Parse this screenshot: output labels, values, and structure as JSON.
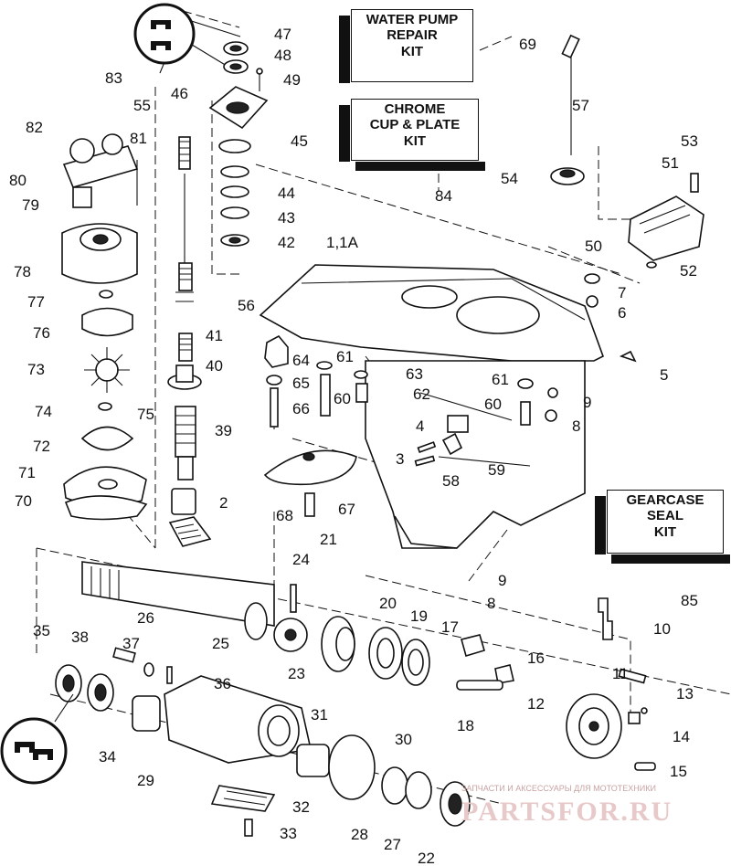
{
  "kits": {
    "water_pump": [
      "WATER PUMP",
      "REPAIR",
      "KIT"
    ],
    "chrome_cup": [
      "CHROME",
      "CUP & PLATE",
      "KIT"
    ],
    "gearcase_seal": [
      "GEARCASE",
      "SEAL",
      "KIT"
    ]
  },
  "labels": {
    "p47": "47",
    "p48": "48",
    "p49": "49",
    "p46": "46",
    "p45": "45",
    "p44": "44",
    "p43": "43",
    "p42": "42",
    "p55": "55",
    "p56": "56",
    "p41": "41",
    "p40": "40",
    "p39": "39",
    "p2": "2",
    "p21": "21",
    "p83": "83",
    "p82": "82",
    "p81": "81",
    "p80": "80",
    "p79": "79",
    "p78": "78",
    "p77": "77",
    "p76": "76",
    "p73": "73",
    "p74": "74",
    "p75": "75",
    "p72": "72",
    "p71": "71",
    "p70": "70",
    "p69": "69",
    "p84": "84",
    "p57": "57",
    "p53": "53",
    "p51": "51",
    "p54": "54",
    "p50": "50",
    "p52": "52",
    "p1": "1,1A",
    "p7": "7",
    "p6": "6",
    "p5": "5",
    "p64": "64",
    "p61a": "61",
    "p65": "65",
    "p63": "63",
    "p60a": "60",
    "p62": "62",
    "p66": "66",
    "p61b": "61",
    "p9a": "9",
    "p60b": "60",
    "p8a": "8",
    "p4": "4",
    "p3": "3",
    "p59": "59",
    "p58": "58",
    "p68": "68",
    "p67": "67",
    "p85": "85",
    "p24": "24",
    "p9b": "9",
    "p8b": "8",
    "p10": "10",
    "p20": "20",
    "p19": "19",
    "p17": "17",
    "p26": "26",
    "p25": "25",
    "p23": "23",
    "p16": "16",
    "p11": "11",
    "p13": "13",
    "p12": "12",
    "p14": "14",
    "p15": "15",
    "p35": "35",
    "p38": "38",
    "p37": "37",
    "p36": "36",
    "p18": "18",
    "p34": "34",
    "p31": "31",
    "p30": "30",
    "p29": "29",
    "p32": "32",
    "p33": "33",
    "p28": "28",
    "p27": "27",
    "p22": "22"
  },
  "watermark": {
    "caption": "ЗАПЧАСТИ И АКСЕССУАРЫ ДЛЯ МОТОТЕХНИКИ",
    "logo": "PARTSFOR.RU"
  },
  "colors": {
    "ink": "#111111",
    "paper": "#ffffff",
    "watermark": "#e7c9c9"
  }
}
